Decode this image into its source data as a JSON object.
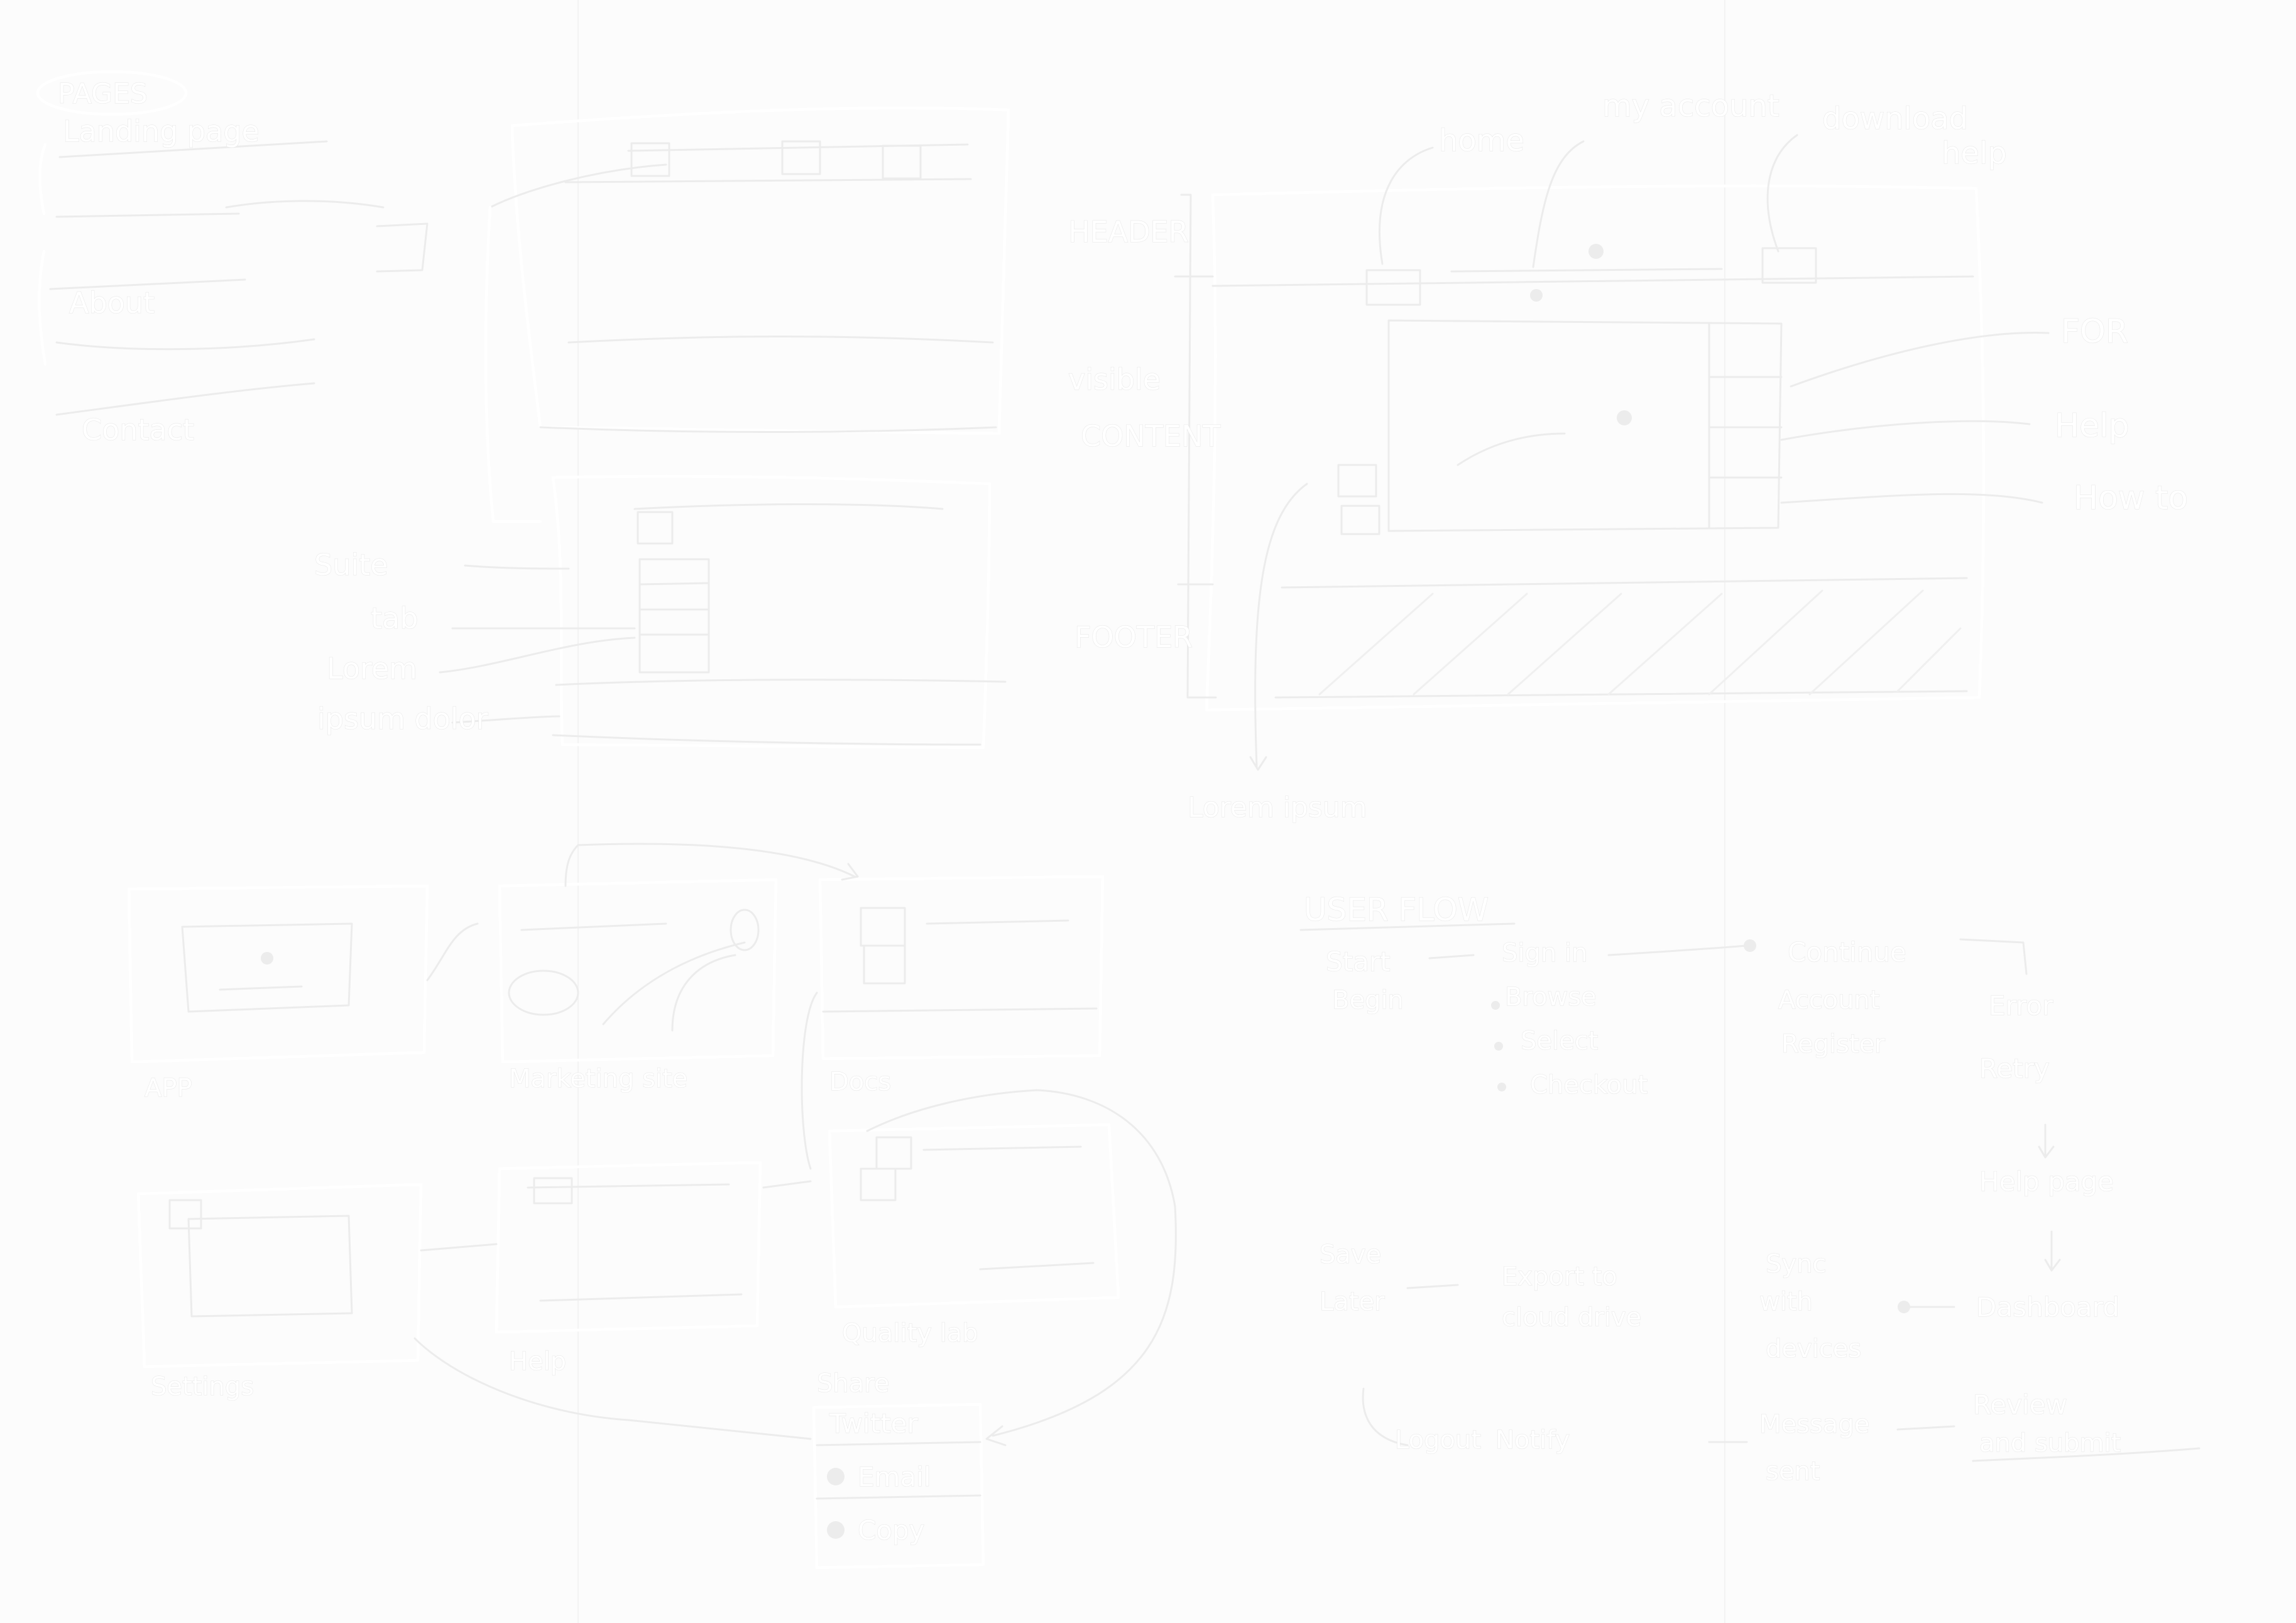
{
  "notes": {
    "header": "PAGES",
    "items": [
      "Landing page",
      "About",
      "Contact"
    ]
  },
  "wireframe_top_middle": {
    "annotations": [
      "Suite",
      "tab",
      "Lorem",
      "ipsum dolor"
    ]
  },
  "page_layout": {
    "left_labels": [
      "HEADER",
      "visible",
      "CONTENT",
      "FOOTER"
    ],
    "top_labels": [
      "home",
      "my account",
      "download",
      "help"
    ],
    "right_labels": [
      "FOR",
      "Help",
      "How to"
    ],
    "bottom_label": "Lorem ipsum"
  },
  "flow": {
    "screens": [
      "APP",
      "Marketing site",
      "Docs",
      "Quality lab",
      "Settings",
      "Help"
    ],
    "list_title": "Share",
    "list_items": [
      "Twitter",
      "Email",
      "Copy"
    ]
  },
  "user_flow": {
    "title": "USER FLOW",
    "start": "Start",
    "start_sub": "Begin",
    "steps": [
      "Sign in",
      "Browse",
      "Select",
      "Checkout"
    ],
    "branch_left": [
      "Continue",
      "Account",
      "Register"
    ],
    "branch_right": [
      "Error",
      "Retry",
      "Help page"
    ],
    "row2_left": [
      "Save",
      "Later"
    ],
    "row2_mid": [
      "Export to",
      "cloud drive"
    ],
    "row2_right": [
      "Sync",
      "with",
      "devices"
    ],
    "row2_end": "Dashboard",
    "row3_left": "Logout",
    "row3_mid": "Notify",
    "row3_right": [
      "Message",
      "sent"
    ],
    "row3_end": [
      "Review",
      "and submit"
    ]
  }
}
